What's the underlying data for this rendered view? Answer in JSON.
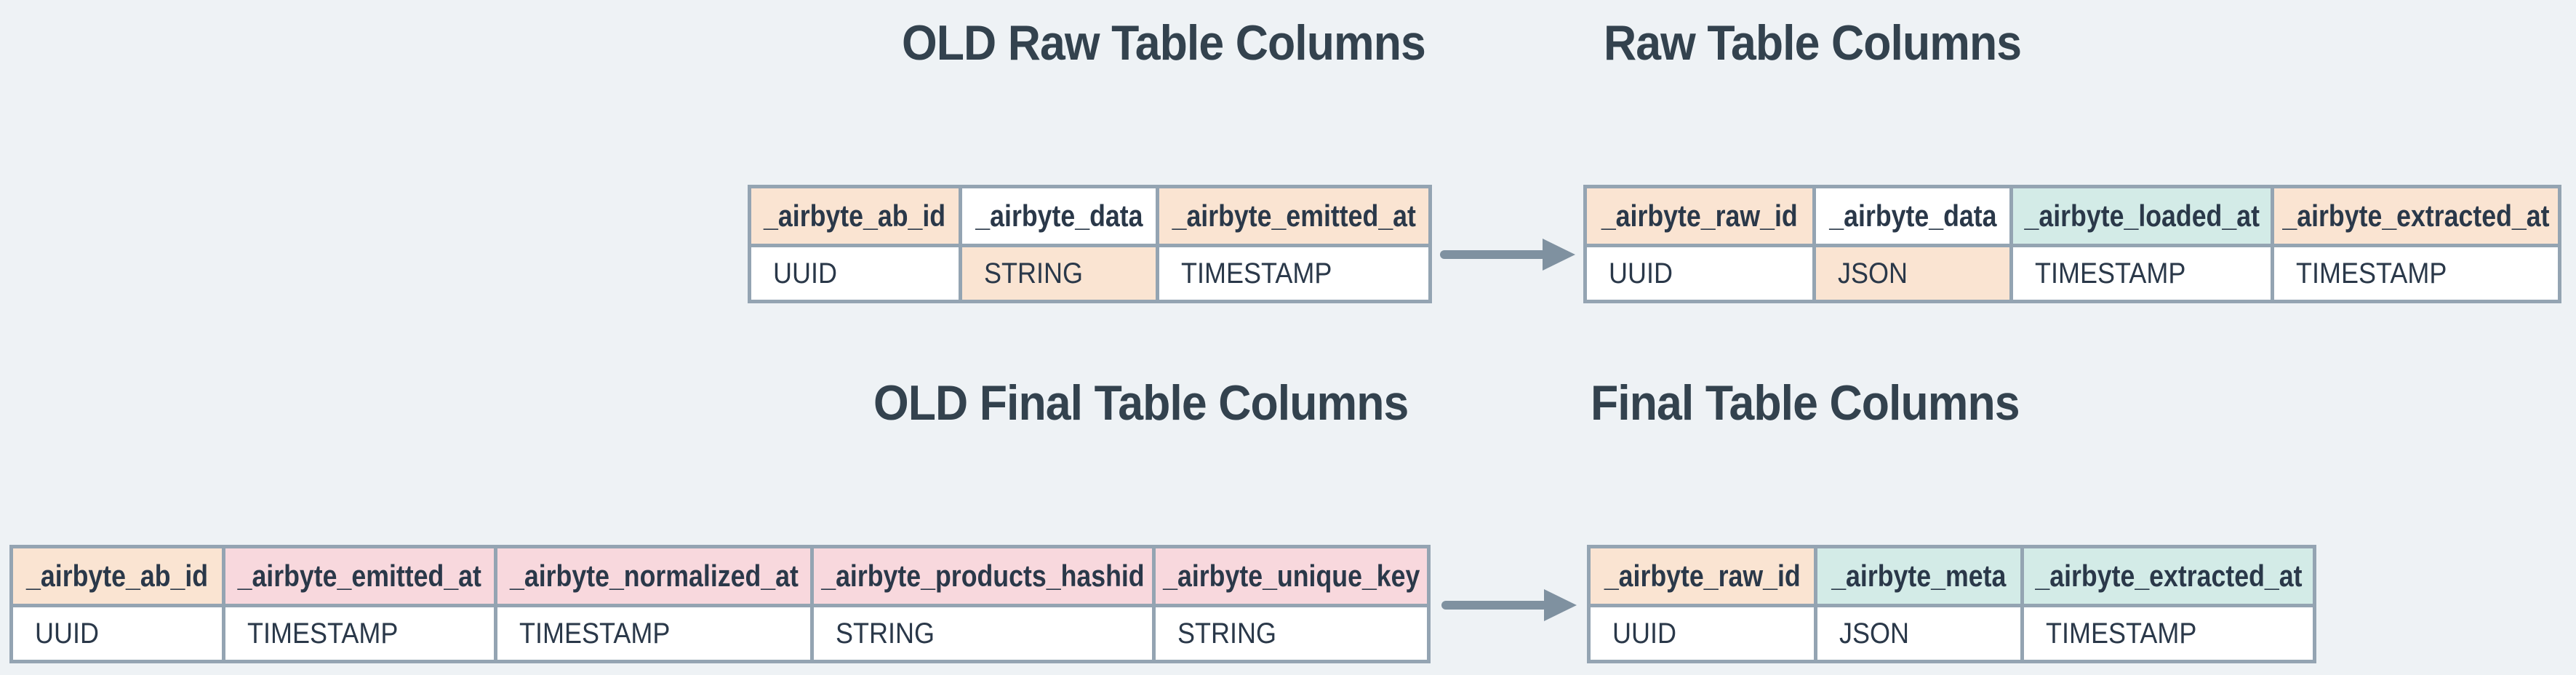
{
  "titles": {
    "old_raw": "OLD Raw Table Columns",
    "raw": "Raw Table Columns",
    "old_final": "OLD Final Table Columns",
    "final": "Final Table Columns"
  },
  "tables": {
    "old_raw": {
      "headers": [
        "_airbyte_ab_id",
        "_airbyte_data",
        "_airbyte_emitted_at"
      ],
      "types": [
        "UUID",
        "STRING",
        "TIMESTAMP"
      ]
    },
    "raw": {
      "headers": [
        "_airbyte_raw_id",
        "_airbyte_data",
        "_airbyte_loaded_at",
        "_airbyte_extracted_at"
      ],
      "types": [
        "UUID",
        "JSON",
        "TIMESTAMP",
        "TIMESTAMP"
      ]
    },
    "old_final": {
      "headers": [
        "_airbyte_ab_id",
        "_airbyte_emitted_at",
        "_airbyte_normalized_at",
        "_airbyte_products_hashid",
        "_airbyte_unique_key"
      ],
      "types": [
        "UUID",
        "TIMESTAMP",
        "TIMESTAMP",
        "STRING",
        "STRING"
      ]
    },
    "final": {
      "headers": [
        "_airbyte_raw_id",
        "_airbyte_meta",
        "_airbyte_extracted_at"
      ],
      "types": [
        "UUID",
        "JSON",
        "TIMESTAMP"
      ]
    }
  },
  "colors": {
    "peach": "#fae4d2",
    "pink": "#f8d8dd",
    "teal": "#d3ebe7",
    "white": "#ffffff",
    "border": "#94a4b2",
    "arrow": "#7f91a0",
    "background": "#eef2f5",
    "title_text": "#33424e",
    "cell_text": "#2a3849"
  }
}
